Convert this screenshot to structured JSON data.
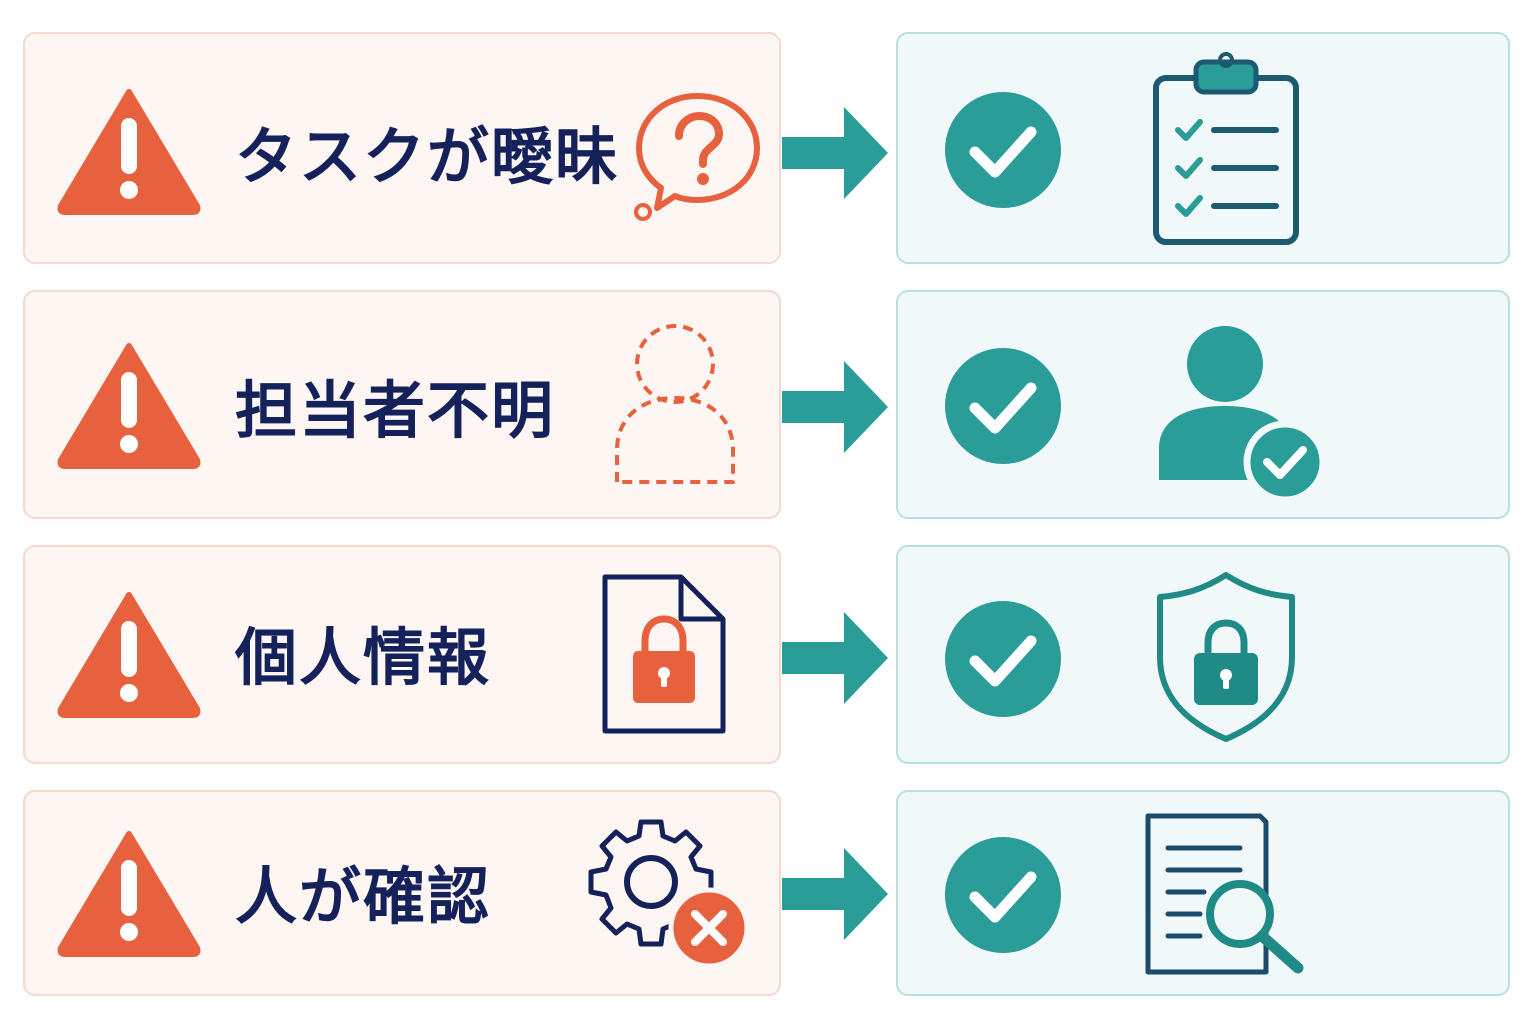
{
  "colors": {
    "warning": "#e8613f",
    "navy": "#14215a",
    "teal": "#2a9d99",
    "left_bg": "#fdf6f2",
    "right_bg": "#f1f8f9"
  },
  "rows": [
    {
      "problem": "タスクが曖昧",
      "problem_icon": "question-bubble-icon",
      "solution_icon": "clipboard-checklist-icon"
    },
    {
      "problem": "担当者不明",
      "problem_icon": "dashed-person-icon",
      "solution_icon": "user-check-icon"
    },
    {
      "problem": "個人情報",
      "problem_icon": "locked-document-icon",
      "solution_icon": "shield-lock-icon"
    },
    {
      "problem": "人が確認",
      "problem_icon": "gear-error-icon",
      "solution_icon": "document-search-icon"
    }
  ]
}
